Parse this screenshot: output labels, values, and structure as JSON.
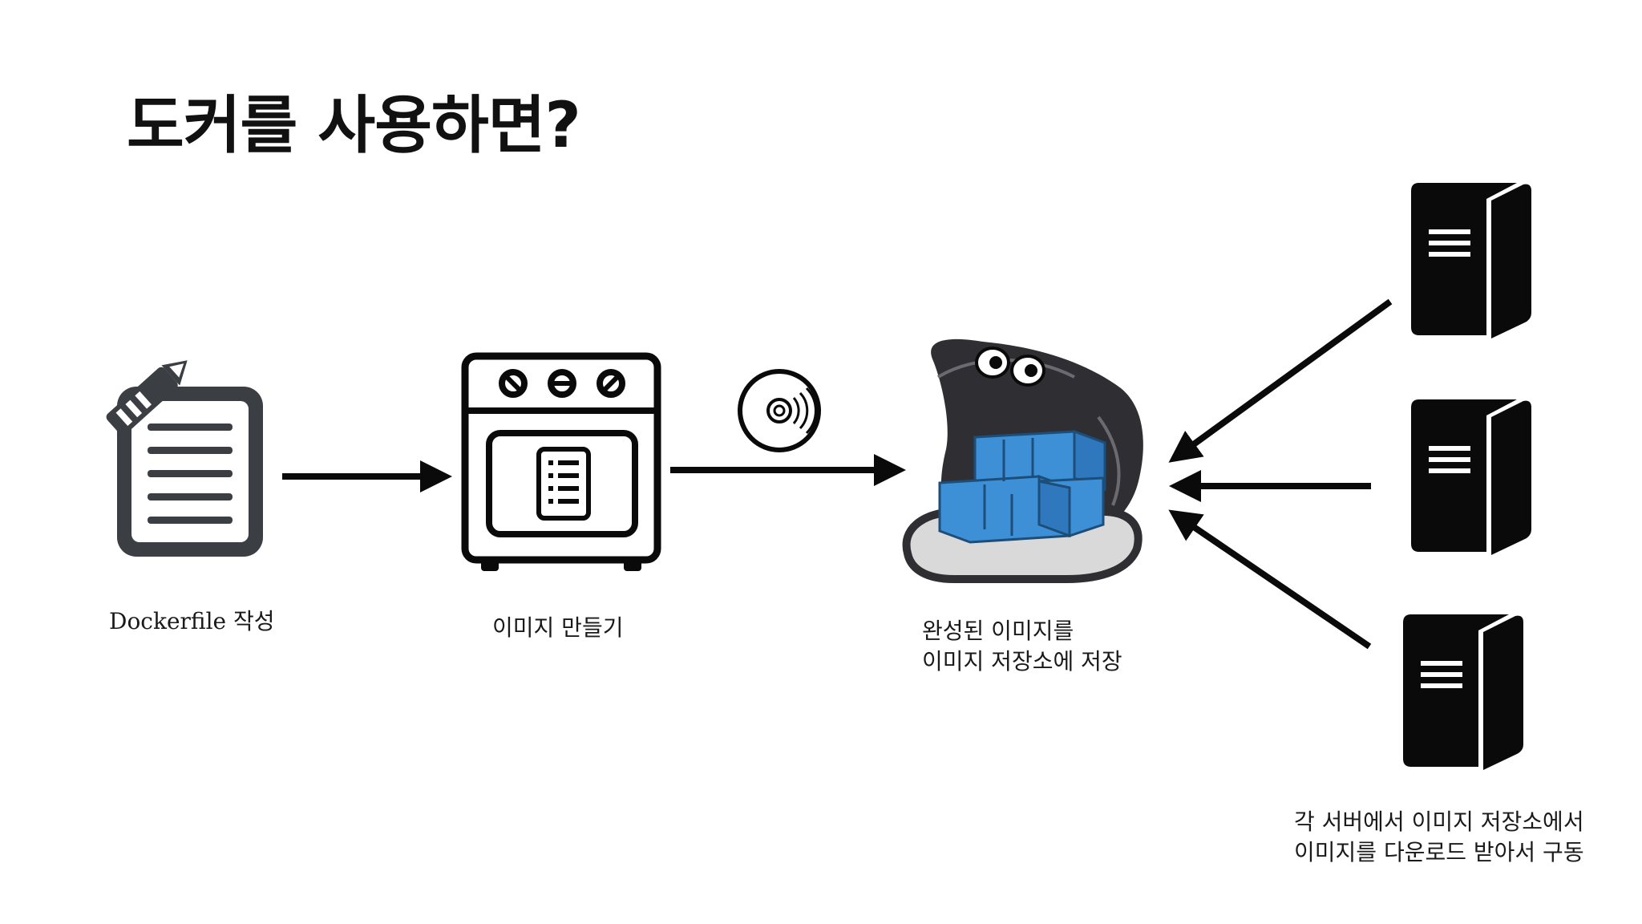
{
  "title": "도커를 사용하면?",
  "steps": {
    "write": {
      "label": "Dockerfile 작성"
    },
    "build": {
      "label": "이미지 만들기"
    },
    "store": {
      "label_lines": [
        "완성된 이미지를",
        "이미지 저장소에 저장"
      ]
    },
    "run": {
      "label_lines": [
        "각 서버에서 이미지 저장소에서",
        "이미지를 다운로드 받아서 구동"
      ]
    }
  },
  "icons": {
    "document": "document-pencil-icon",
    "oven": "oven-icon",
    "disc": "disc-icon",
    "registry": "oyster-containers-icon",
    "server": "server-tower-icon"
  },
  "colors": {
    "ink": "#0a0a0a",
    "container_blue": "#3d8fd6",
    "shell_gray": "#2f2f33"
  }
}
